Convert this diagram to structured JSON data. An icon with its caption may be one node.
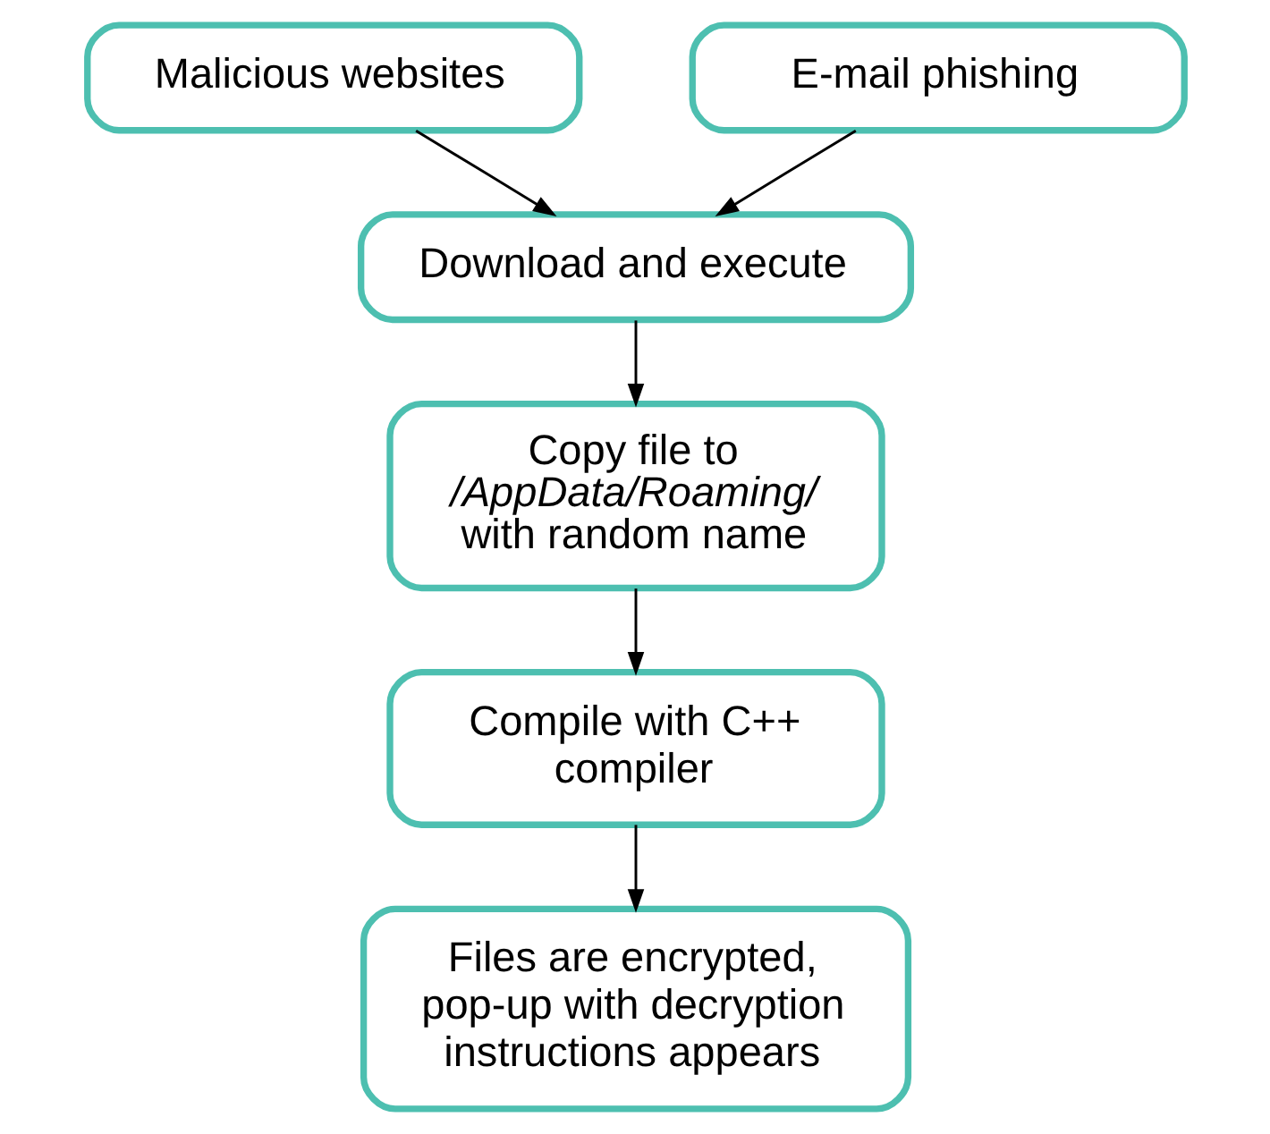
{
  "diagram": {
    "nodes": [
      {
        "text": [
          "Malicious websites"
        ]
      },
      {
        "text": [
          "E-mail phishing"
        ]
      },
      {
        "text": [
          "Download and execute"
        ]
      },
      {
        "text": [
          "Copy file to */AppData/Roaming/* with random name"
        ]
      },
      {
        "text": [
          "Compile with C++ compiler"
        ]
      },
      {
        "text": [
          "Files are encrypted, pop-up with decryption instructions appears"
        ]
      }
    ],
    "edges": [
      {
        "from": 0,
        "to": 2,
        "arrow": "to"
      },
      {
        "from": 1,
        "to": 2,
        "arrow": "to"
      },
      {
        "from": 2,
        "to": 3,
        "arrow": "to"
      },
      {
        "from": 3,
        "to": 4,
        "arrow": "to"
      },
      {
        "from": 4,
        "to": 5,
        "arrow": "to"
      }
    ]
  }
}
